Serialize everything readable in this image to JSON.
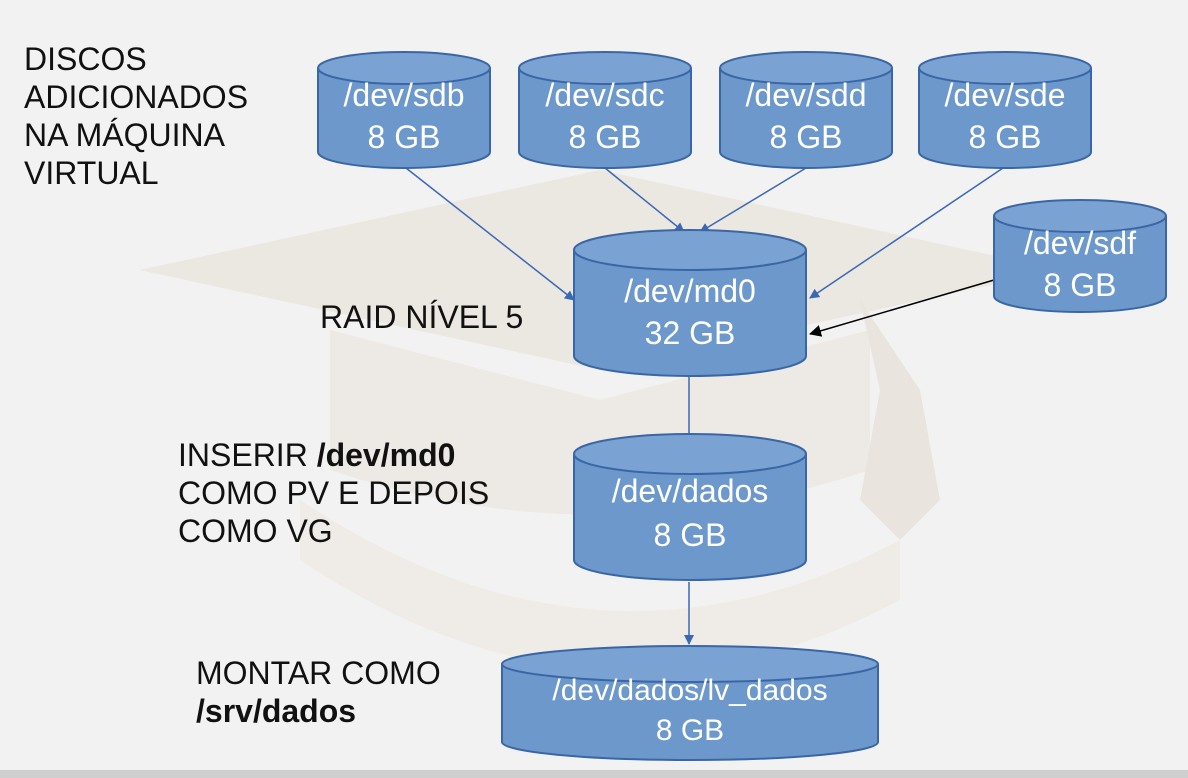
{
  "labels": {
    "discos": [
      "DISCOS",
      "ADICIONADOS",
      "NA MÁQUINA",
      "VIRTUAL"
    ],
    "raid": "RAID NÍVEL 5",
    "inserir_line1_prefix": "INSERIR ",
    "inserir_line1_bold": "/dev/md0",
    "inserir_line2": "COMO PV E DEPOIS",
    "inserir_line3": "COMO VG",
    "montar_line1": "MONTAR COMO",
    "montar_line2_bold": "/srv/dados"
  },
  "disks": {
    "sdb": {
      "name": "/dev/sdb",
      "size": "8 GB"
    },
    "sdc": {
      "name": "/dev/sdc",
      "size": "8 GB"
    },
    "sdd": {
      "name": "/dev/sdd",
      "size": "8 GB"
    },
    "sde": {
      "name": "/dev/sde",
      "size": "8 GB"
    },
    "sdf": {
      "name": "/dev/sdf",
      "size": "8 GB"
    },
    "md0": {
      "name": "/dev/md0",
      "size": "32 GB"
    },
    "dados": {
      "name": "/dev/dados",
      "size": "8 GB"
    },
    "lv": {
      "name": "/dev/dados/lv_dados",
      "size": "8 GB"
    }
  },
  "colors": {
    "cylinder_fill": "#6d98cc",
    "cylinder_stroke": "#3a66a6",
    "cylinder_text": "#ffffff",
    "arrow_blue": "#3b68b5",
    "arrow_black": "#000000",
    "watermark": "#ece8e2"
  }
}
